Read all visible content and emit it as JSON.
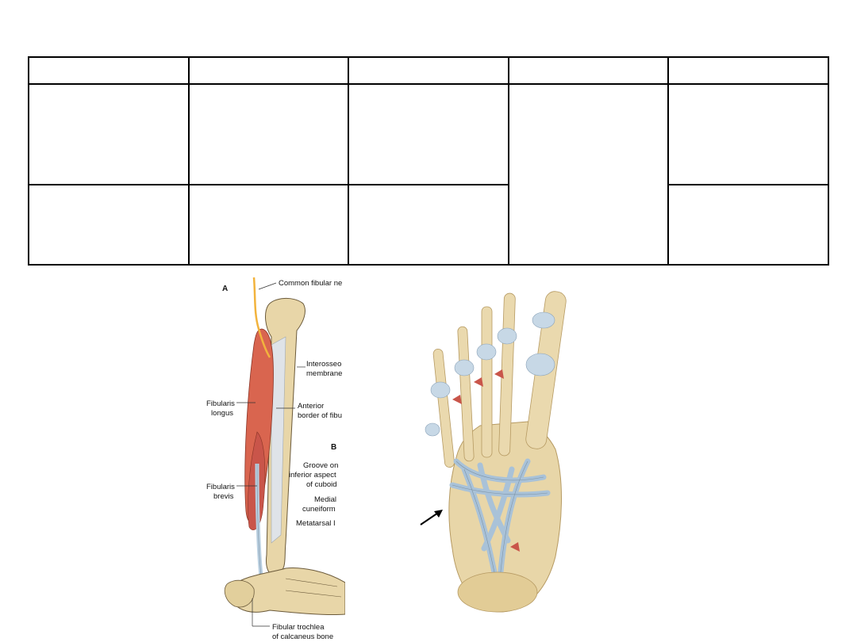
{
  "table": {
    "columns": 5,
    "rows": [
      [
        "",
        "",
        "",
        "",
        ""
      ],
      [
        "",
        "",
        "",
        "",
        ""
      ],
      [
        "",
        "",
        "",
        "",
        ""
      ]
    ]
  },
  "figure_a": {
    "panel_label": "A",
    "panel_b_label": "B",
    "labels": {
      "common_fibular_nerve": "Common fibular ne",
      "interosseous_1": "Interosseo",
      "interosseous_2": "membrane",
      "fibularis_longus_1": "Fibularis",
      "fibularis_longus_2": "longus",
      "anterior_border_1": "Anterior",
      "anterior_border_2": "border of fibu",
      "groove_1": "Groove on",
      "groove_2": "inferior aspect",
      "groove_3": "of cuboid",
      "medial_cuneiform_1": "Medial",
      "medial_cuneiform_2": "cuneiform",
      "metatarsal": "Metatarsal I",
      "fibularis_brevis_1": "Fibularis",
      "fibularis_brevis_2": "brevis",
      "fibular_trochlea_1": "Fibular trochlea",
      "fibular_trochlea_2": "of calcaneus bone"
    }
  },
  "figure_b": {
    "content": "plantar-foot-ligaments-illustration"
  },
  "colors": {
    "border": "#000000",
    "bone": "#e8d6a8",
    "muscle": "#d9654f",
    "tendon": "#b9cfe0",
    "nerve": "#f2b33d"
  }
}
